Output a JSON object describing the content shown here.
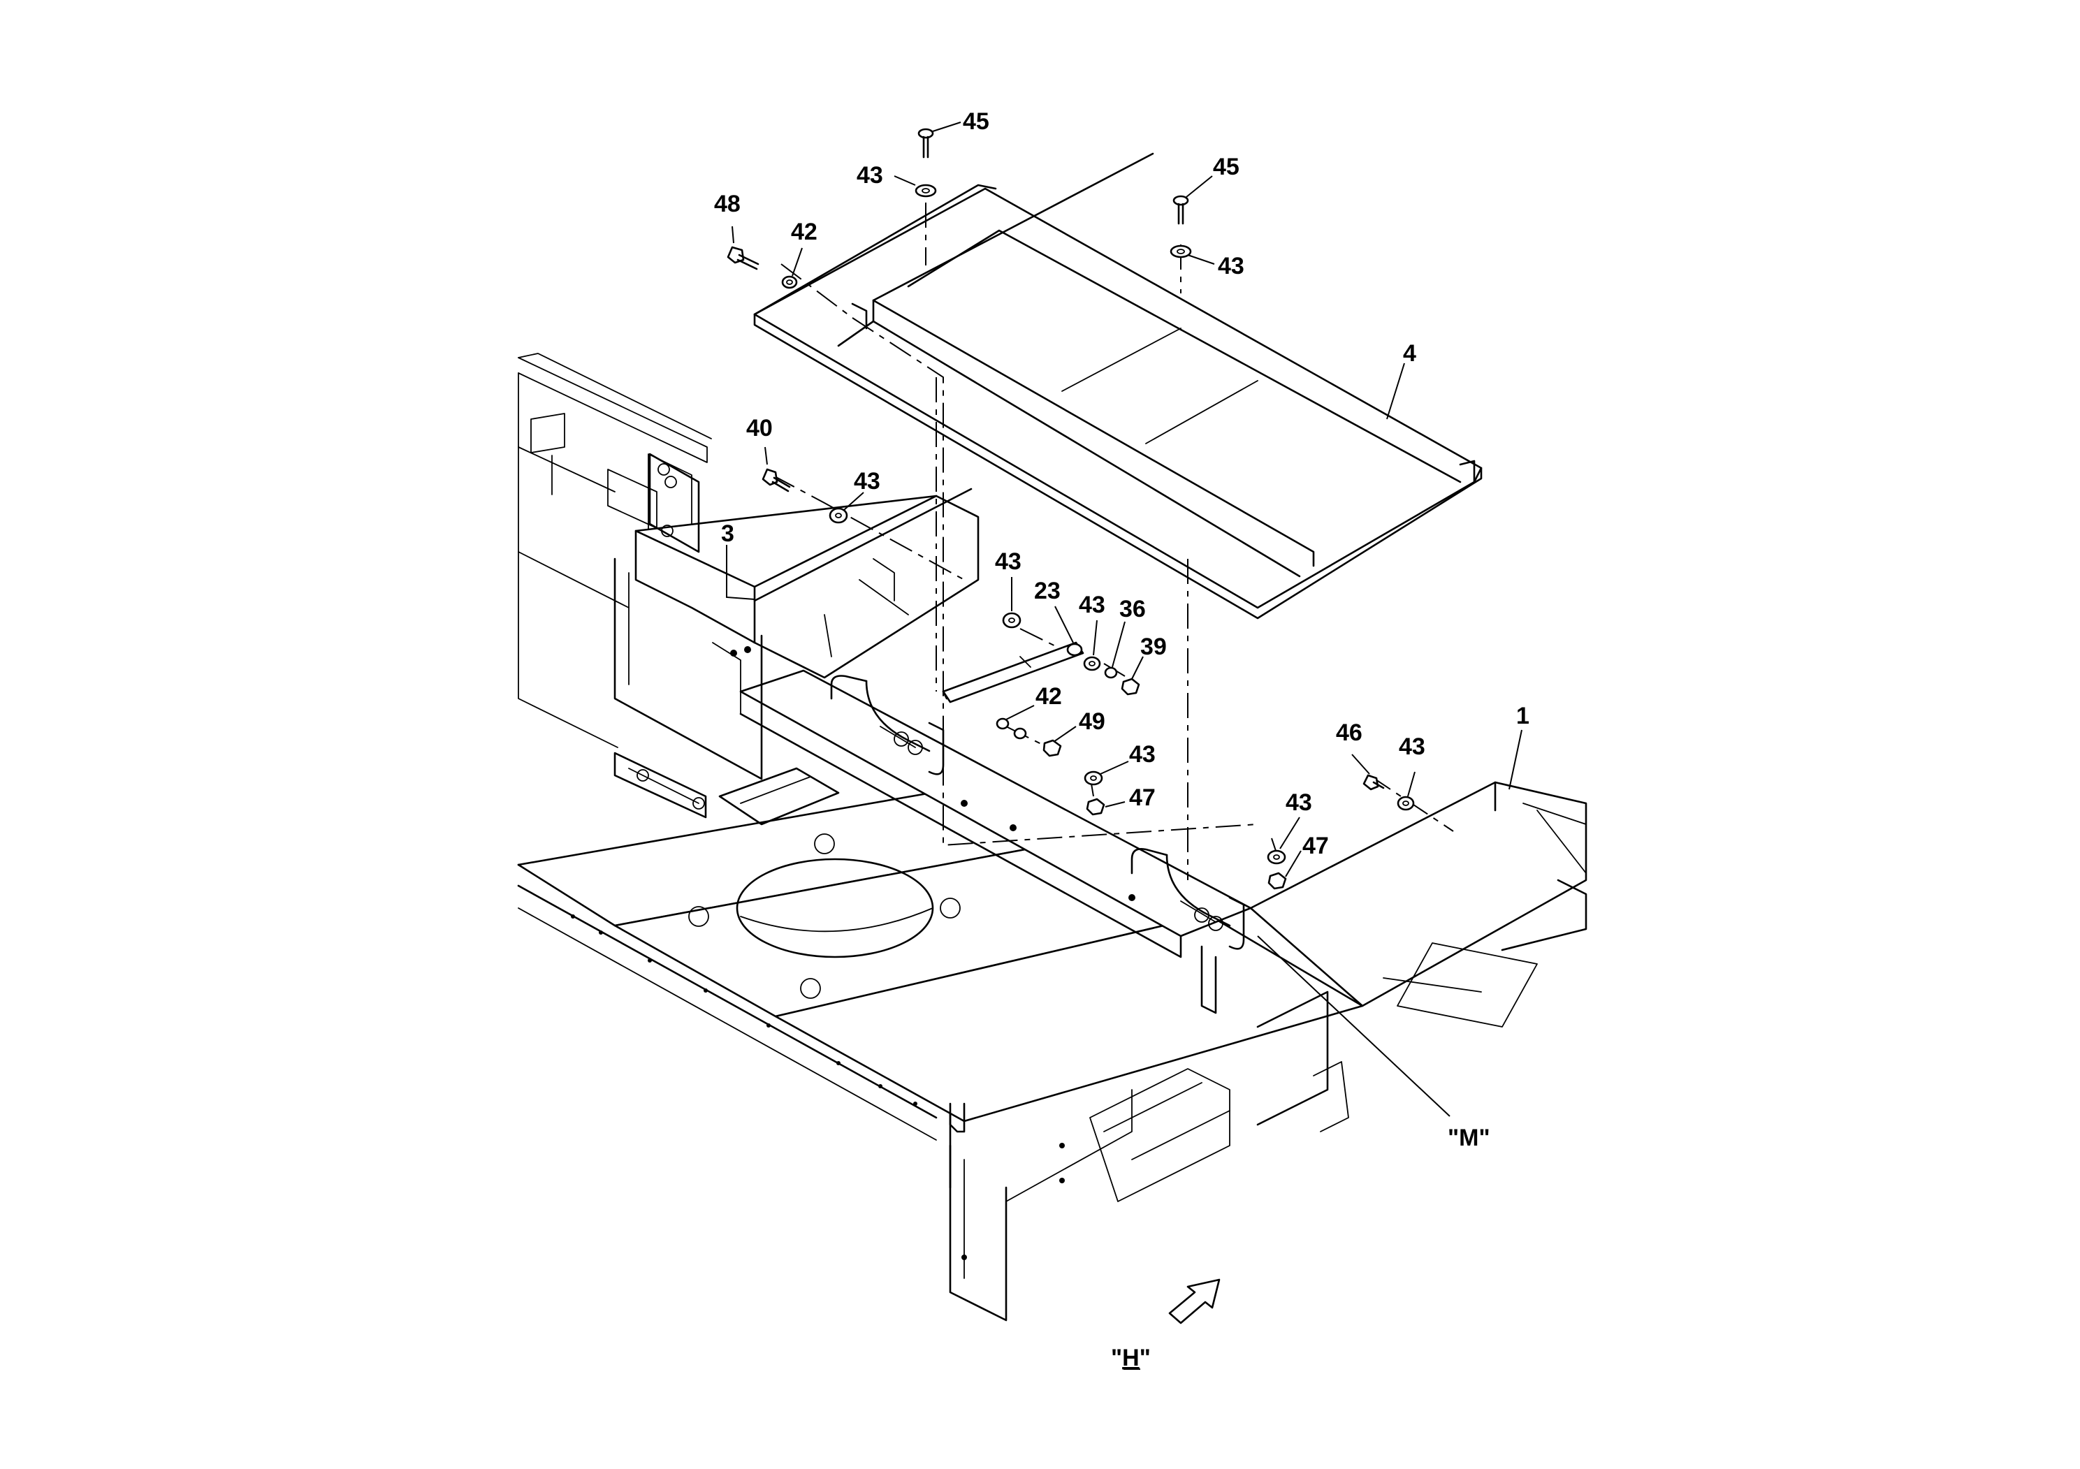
{
  "callouts": [
    {
      "id": "c45a",
      "text": "45"
    },
    {
      "id": "c43a",
      "text": "43"
    },
    {
      "id": "c45b",
      "text": "45"
    },
    {
      "id": "c43b",
      "text": "43"
    },
    {
      "id": "c48",
      "text": "48"
    },
    {
      "id": "c42a",
      "text": "42"
    },
    {
      "id": "c4",
      "text": "4"
    },
    {
      "id": "c40",
      "text": "40"
    },
    {
      "id": "c43c",
      "text": "43"
    },
    {
      "id": "c3",
      "text": "3"
    },
    {
      "id": "c43d",
      "text": "43"
    },
    {
      "id": "c23",
      "text": "23"
    },
    {
      "id": "c43e",
      "text": "43"
    },
    {
      "id": "c36",
      "text": "36"
    },
    {
      "id": "c39",
      "text": "39"
    },
    {
      "id": "c42b",
      "text": "42"
    },
    {
      "id": "c49",
      "text": "49"
    },
    {
      "id": "c43f",
      "text": "43"
    },
    {
      "id": "c47a",
      "text": "47"
    },
    {
      "id": "c46",
      "text": "46"
    },
    {
      "id": "c43g",
      "text": "43"
    },
    {
      "id": "c1",
      "text": "1"
    },
    {
      "id": "c43h",
      "text": "43"
    },
    {
      "id": "c47b",
      "text": "47"
    }
  ],
  "view_labels": {
    "detail_m": "\"M\"",
    "view_h_quote_open": "\"",
    "view_h_letter": "H",
    "view_h_quote_close": "\""
  },
  "icons": {
    "view_arrow": "direction-arrow-icon"
  }
}
